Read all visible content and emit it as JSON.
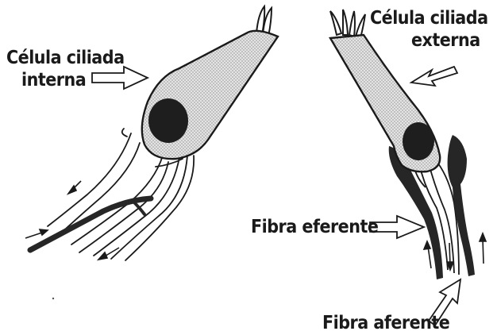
{
  "labels": {
    "inner_line1": "Célula ciliada",
    "inner_line2": "interna",
    "outer_line1": "Célula ciliada",
    "outer_line2": "externa",
    "efferent": "Fibra eferente",
    "afferent": "Fibra aferente"
  },
  "colors": {
    "cell_fill": "#dcdcdc",
    "nucleus": "#1e1e1e",
    "fiber_dark": "#262626",
    "line": "#1a1a1a"
  }
}
